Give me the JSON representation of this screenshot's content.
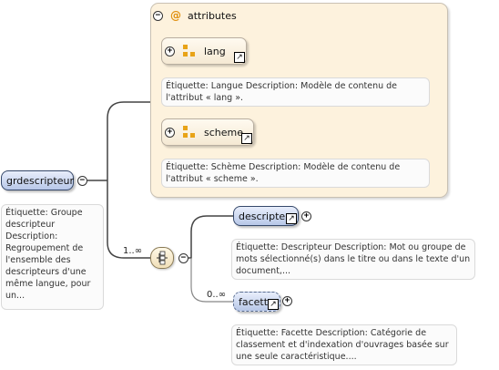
{
  "root": {
    "name": "grdescripteur",
    "toggle": "−",
    "doc": "Étiquette: Groupe descripteur Description: Regroupement de l'ensemble des descripteurs d'une même langue, pour un..."
  },
  "attributes_group": {
    "toggle": "−",
    "at_symbol": "@",
    "label": "attributes",
    "items": [
      {
        "name": "lang",
        "toggle": "+",
        "link": "↗",
        "doc": "Étiquette: Langue Description: Modèle de contenu de l'attribut « lang »."
      },
      {
        "name": "scheme",
        "toggle": "+",
        "link": "↗",
        "doc": "Étiquette: Schème Description: Modèle de contenu de l'attribut « scheme »."
      }
    ]
  },
  "sequence": {
    "multiplicity": "1..∞",
    "toggle": "−"
  },
  "children": [
    {
      "name": "descripteur",
      "toggle": "+",
      "link": "↗",
      "multiplicity": "",
      "doc": "Étiquette: Descripteur Description: Mot ou groupe de mots sélectionné(s) dans le titre ou dans le texte d'un document,..."
    },
    {
      "name": "facette",
      "toggle": "+",
      "link": "↗",
      "multiplicity": "0..∞",
      "doc": "Étiquette: Facette Description: Catégorie de classement et d'indexation d'ouvrages basée sur une seule caractéristique...."
    }
  ],
  "colors": {
    "element_fill": "#b7c7e8",
    "attribute_fill": "#fdf2dd",
    "attribute_icon": "#e8a317"
  }
}
